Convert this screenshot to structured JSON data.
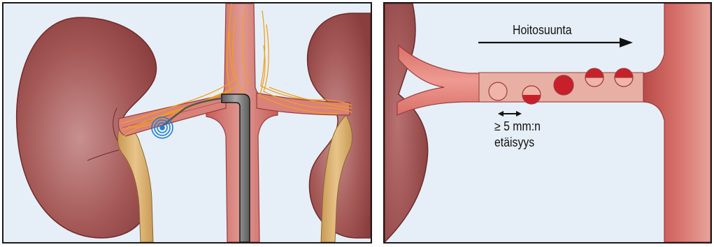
{
  "left_panel": {
    "description_icons": [
      "kidney",
      "renal-artery",
      "renal-nerves",
      "aorta",
      "ureter",
      "catheter",
      "ablation-energy"
    ]
  },
  "right_panel": {
    "direction_label": "Hoitosuunta",
    "spacing_label_line1": "≥ 5 mm:n",
    "spacing_label_line2": "etäisyys"
  },
  "colors": {
    "background": "#e6eff7",
    "kidney": "#9c4848",
    "artery": "#d9827a",
    "aorta": "#cf6d66",
    "nerves": "#f0a020",
    "ureter": "#d6a85a",
    "catheter": "#8a8a8a",
    "energy": "#1f7ed8",
    "ablation_spot": "#c8202a"
  }
}
